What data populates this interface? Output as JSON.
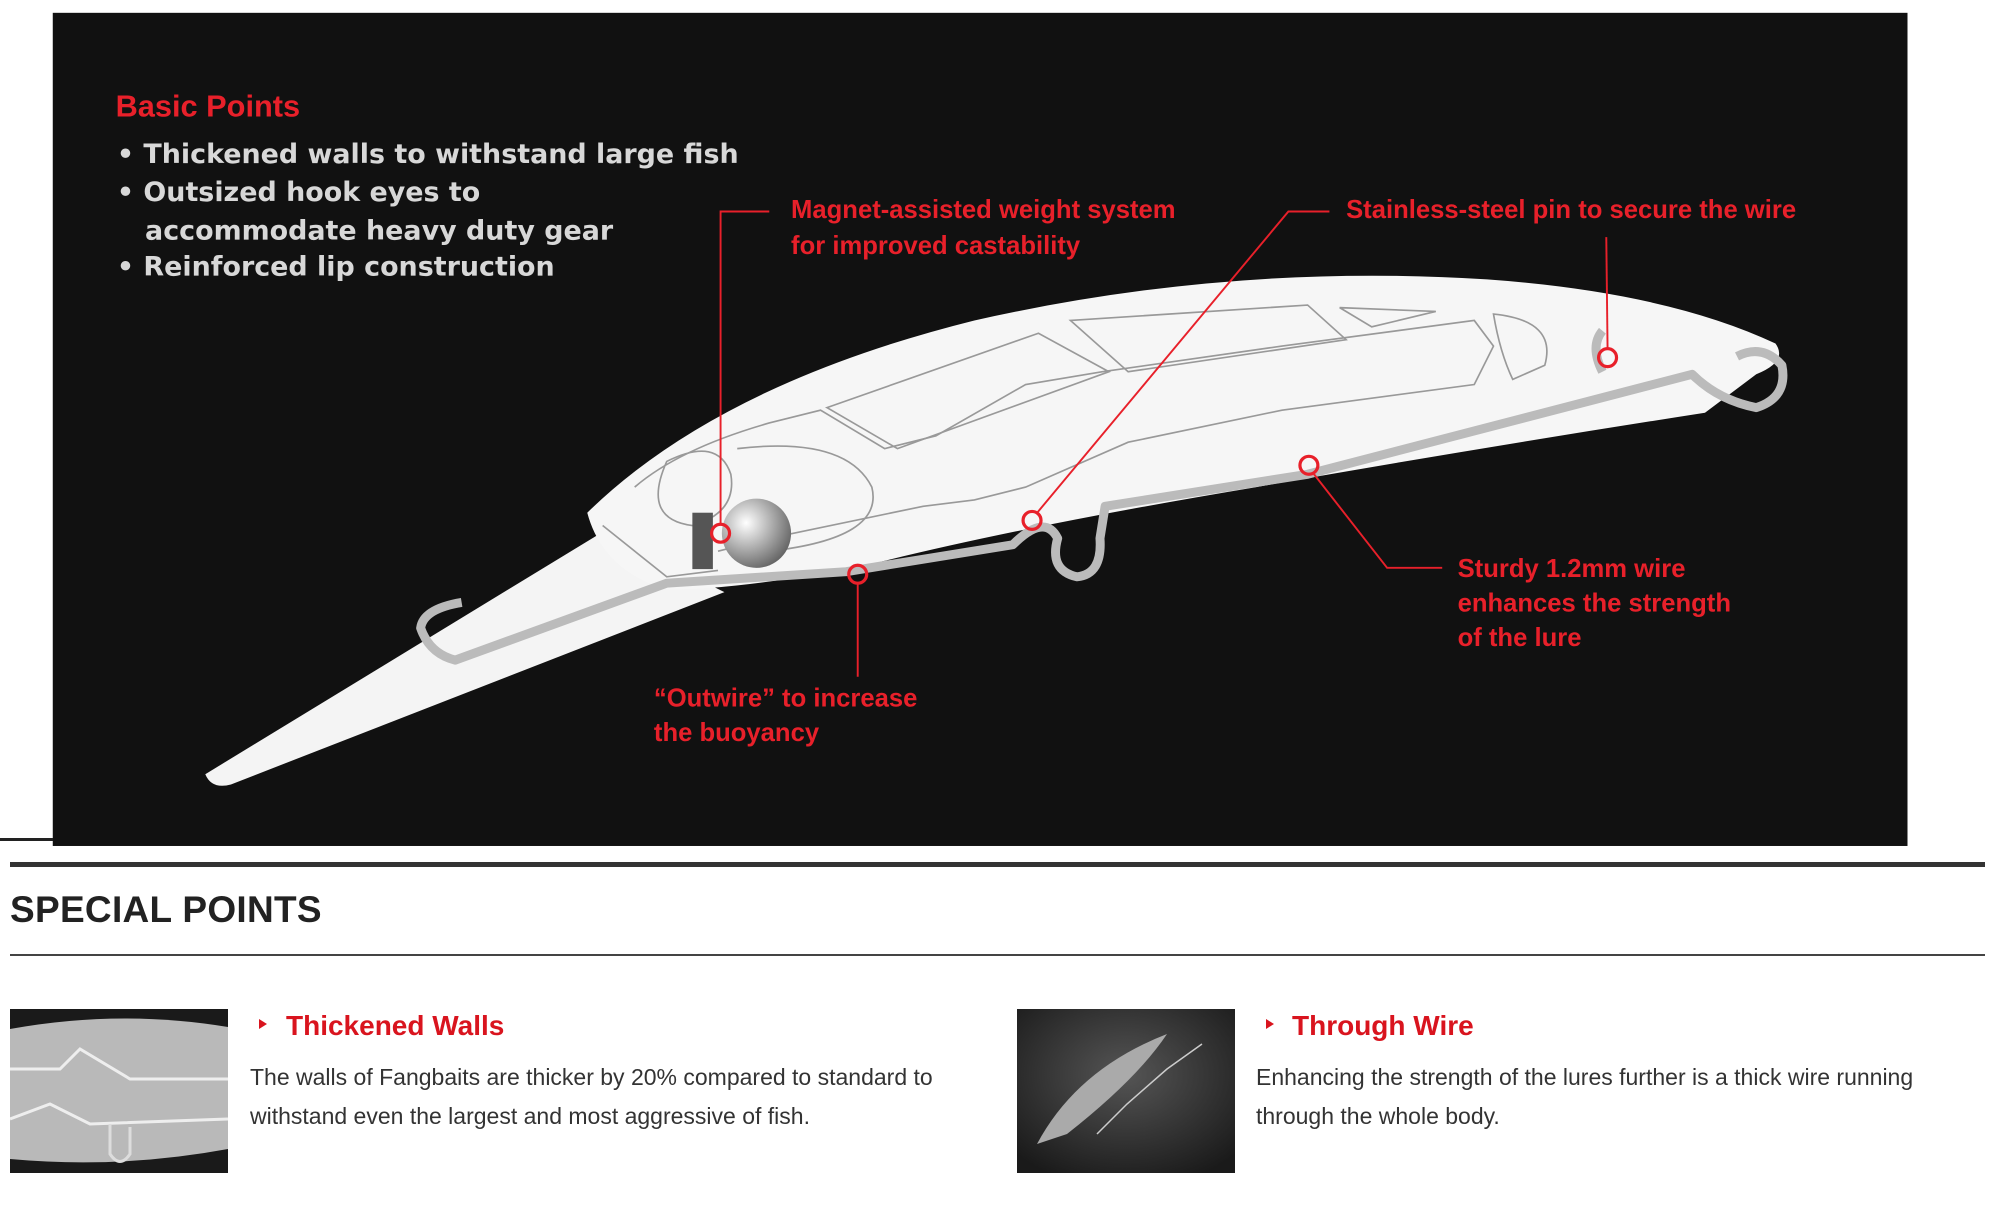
{
  "diagram": {
    "basic_points": {
      "title": "Basic Points",
      "items": [
        "• Thickened walls to withstand large fish",
        "• Outsized hook eyes to",
        "accommodate heavy duty gear",
        "• Reinforced lip construction"
      ]
    },
    "callouts": {
      "magnet": [
        "Magnet-assisted weight system",
        "for improved castability"
      ],
      "pin": [
        "Stainless-steel pin to secure the wire"
      ],
      "wire": [
        "Sturdy 1.2mm wire",
        "enhances the strength",
        "of the lure"
      ],
      "outwire": [
        "“Outwire” to increase",
        "the buoyancy"
      ]
    }
  },
  "special_points": {
    "heading": "SPECIAL POINTS",
    "features": [
      {
        "title": "Thickened Walls",
        "body": "The walls of Fangbaits are thicker by 20% compared to standard to withstand even the largest and most aggressive of fish."
      },
      {
        "title": "Through Wire",
        "body": "Enhancing the strength of the lures further is a thick wire running through the whole body."
      }
    ]
  },
  "colors": {
    "accent": "#e8202a",
    "panel": "#111111"
  }
}
